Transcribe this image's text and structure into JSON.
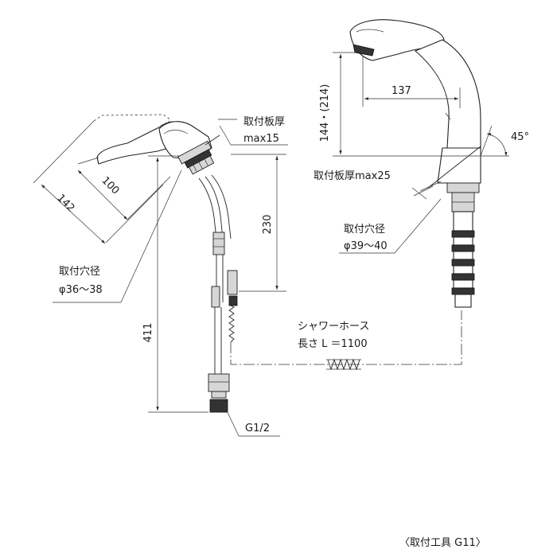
{
  "left_view": {
    "plate_thickness_label": "取付板厚",
    "plate_thickness_value": "max15",
    "dim_100": "100",
    "dim_142": "142",
    "dim_230": "230",
    "dim_411": "411",
    "hole_label": "取付穴径",
    "hole_value": "φ36～38",
    "thread_label": "G1/2"
  },
  "right_view": {
    "dim_137": "137",
    "dim_144": "144・(214)",
    "angle": "45°",
    "plate_thickness_label": "取付板厚max25",
    "hole_label": "取付穴径",
    "hole_value": "φ39～40"
  },
  "hose": {
    "label": "シャワーホース",
    "length": "長さ L ＝1100"
  },
  "footer": {
    "tool_note": "〈取付工具 G11〉"
  }
}
